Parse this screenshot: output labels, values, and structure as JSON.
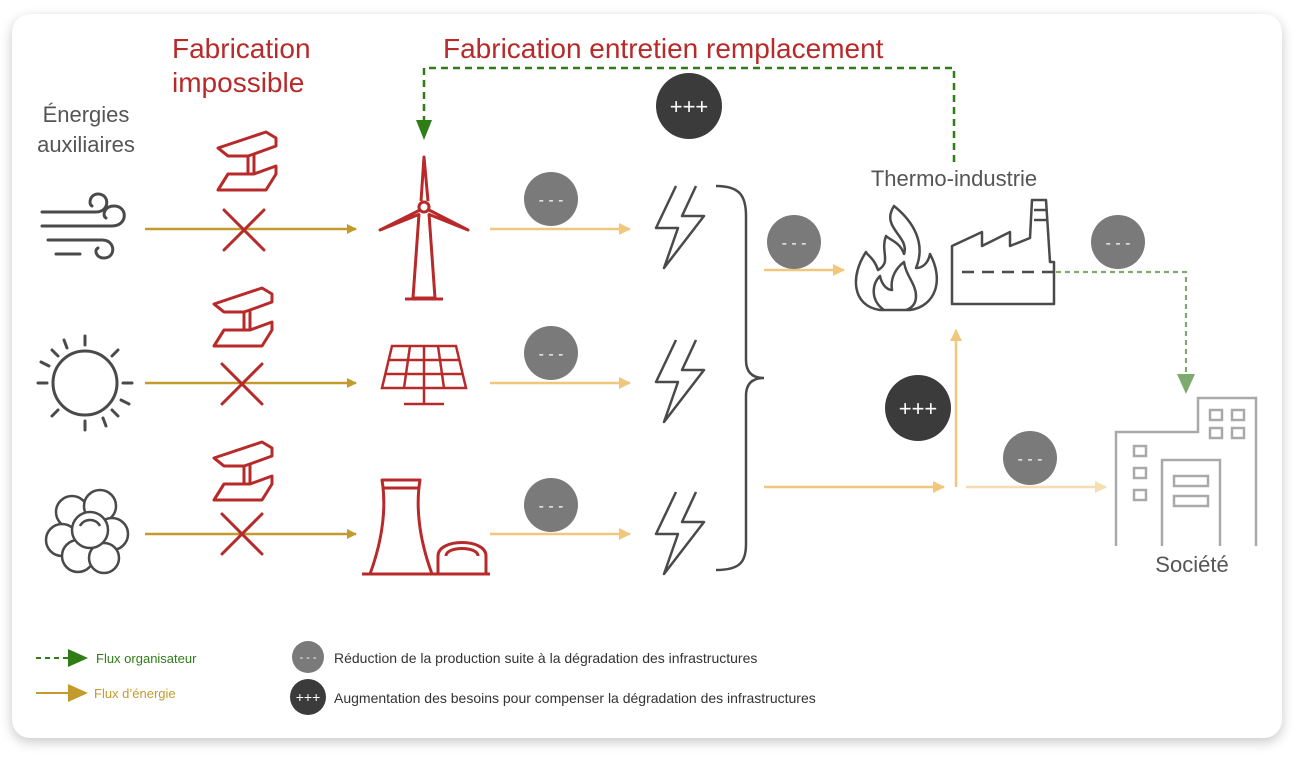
{
  "titles": {
    "fab_impossible_line1": "Fabrication",
    "fab_impossible_line2": "impossible",
    "fab_entretien": "Fabrication entretien remplacement"
  },
  "labels": {
    "energies_line1": "Énergies",
    "energies_line2": "auxiliaires",
    "thermo": "Thermo-industrie",
    "societe": "Société"
  },
  "badges": {
    "minus": "- - -",
    "plus": "+++"
  },
  "legend": {
    "flux_org": "Flux organisateur",
    "flux_energie": "Flux d’énergie",
    "reduction": "Réduction de la production suite à la dégradation des infrastructures",
    "augmentation": "Augmentation des besoins pour compenser la dégradation des infrastructures"
  },
  "colors": {
    "red": "#b82a2a",
    "gold": "#c39a2c",
    "gold_light": "#f0c77b",
    "green": "#2e7d17",
    "green_light": "#7faa6e",
    "grey_icon": "#4a4a4a",
    "grey_light": "#a9a9a9",
    "badge_minus": "#7a7a7a",
    "badge_plus": "#3b3b3b"
  },
  "icons": [
    "wind-icon",
    "sun-icon",
    "uranium-icon",
    "steel-beam-icon",
    "cross-icon",
    "wind-turbine-icon",
    "solar-panel-icon",
    "nuclear-plant-icon",
    "lightning-icon",
    "fire-icon",
    "factory-icon",
    "buildings-icon"
  ]
}
